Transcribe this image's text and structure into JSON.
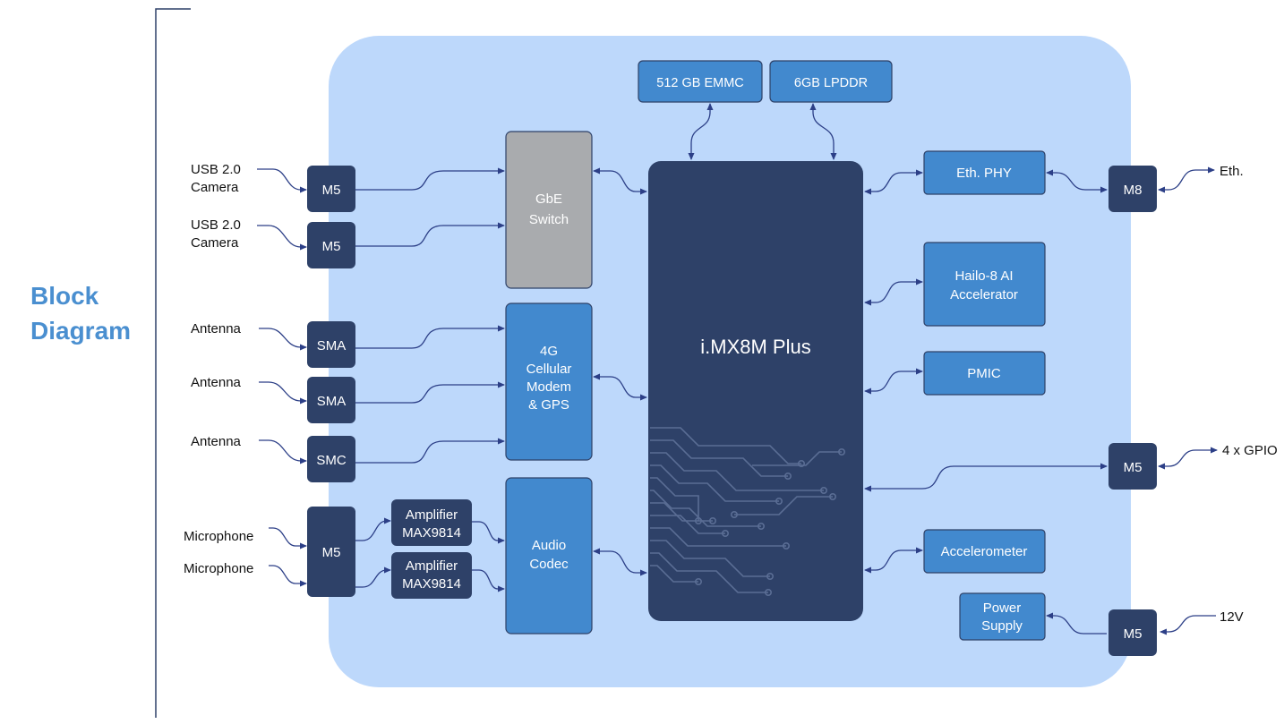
{
  "title": {
    "line1": "Block",
    "line2": "Diagram"
  },
  "colors": {
    "board": "#bdd8fb",
    "dark_block": "#2e4168",
    "blue_block": "#4289ce",
    "gray_block": "#a9abae",
    "wire": "#2c3f87",
    "title": "#4a8fd0",
    "trace": "#5a6d94"
  },
  "processor": {
    "label": "i.MX8M Plus"
  },
  "memory": {
    "emmc": "512 GB EMMC",
    "lpddr": "6GB LPDDR"
  },
  "switch": {
    "line1": "GbE",
    "line2": "Switch"
  },
  "modem": {
    "line1": "4G",
    "line2": "Cellular",
    "line3": "Modem",
    "line4": "& GPS"
  },
  "codec": {
    "line1": "Audio",
    "line2": "Codec"
  },
  "amplifiers": [
    {
      "line1": "Amplifier",
      "line2": "MAX9814"
    },
    {
      "line1": "Amplifier",
      "line2": "MAX9814"
    }
  ],
  "right_blocks": {
    "eth_phy": "Eth. PHY",
    "hailo_line1": "Hailo-8 AI",
    "hailo_line2": "Accelerator",
    "pmic": "PMIC",
    "accelerometer": "Accelerometer",
    "power_line1": "Power",
    "power_line2": "Supply"
  },
  "connectors": {
    "usb_cam_1": "M5",
    "usb_cam_2": "M5",
    "ant_1": "SMA",
    "ant_2": "SMA",
    "ant_3": "SMC",
    "mic": "M5",
    "eth": "M8",
    "gpio": "M5",
    "power": "M5"
  },
  "external": {
    "usb_cam_1_line1": "USB 2.0",
    "usb_cam_1_line2": "Camera",
    "usb_cam_2_line1": "USB 2.0",
    "usb_cam_2_line2": "Camera",
    "antenna_1": "Antenna",
    "antenna_2": "Antenna",
    "antenna_3": "Antenna",
    "microphone_1": "Microphone",
    "microphone_2": "Microphone",
    "eth": "Eth.",
    "gpio": "4 x GPIO",
    "power_in": "12V"
  }
}
